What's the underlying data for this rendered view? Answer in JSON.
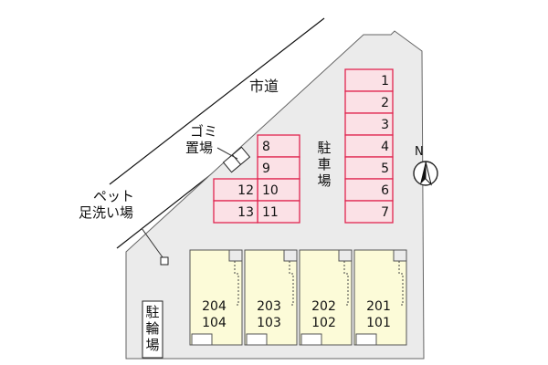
{
  "labels": {
    "road": "市道",
    "garbage_line1": "ゴミ",
    "garbage_line2": "置場",
    "pet_line1": "ペット",
    "pet_line2": "足洗い場",
    "parking_chars": [
      "駐",
      "車",
      "場"
    ],
    "bicycle_chars": [
      "駐",
      "輪",
      "場"
    ],
    "north": "N"
  },
  "parking_right": [
    "1",
    "2",
    "3",
    "4",
    "5",
    "6",
    "7"
  ],
  "parking_middle": [
    "8",
    "9",
    "10",
    "11"
  ],
  "parking_left": [
    "12",
    "13"
  ],
  "units": [
    {
      "upper": "204",
      "lower": "104"
    },
    {
      "upper": "203",
      "lower": "103"
    },
    {
      "upper": "202",
      "lower": "102"
    },
    {
      "upper": "201",
      "lower": "101"
    }
  ],
  "colors": {
    "site_fill": "#ebebeb",
    "parking_fill": "#fbe1e6",
    "parking_stroke": "#e0254f",
    "building_fill": "#fcfbd8",
    "building_stroke": "#555555"
  }
}
